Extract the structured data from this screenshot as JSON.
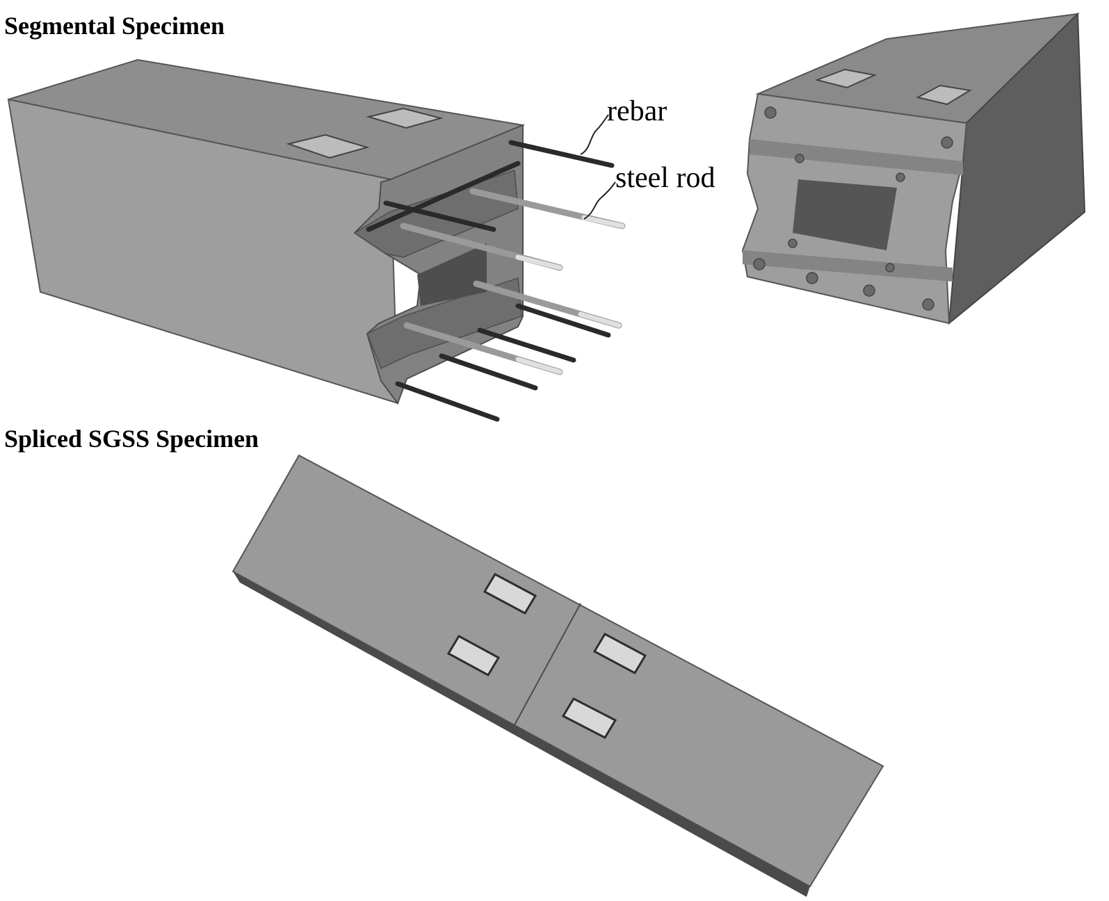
{
  "titles": {
    "segmental": "Segmental Specimen",
    "spliced": "Spliced SGSS Specimen"
  },
  "labels": {
    "rebar": "rebar",
    "steel_rod": "steel rod"
  },
  "colors": {
    "concrete_top": "#8e8e8e",
    "concrete_front": "#9a9a9a",
    "concrete_dark": "#5e5e5e",
    "rebar": "#2a2a2a",
    "steel_rod": "#b4b4b4"
  }
}
